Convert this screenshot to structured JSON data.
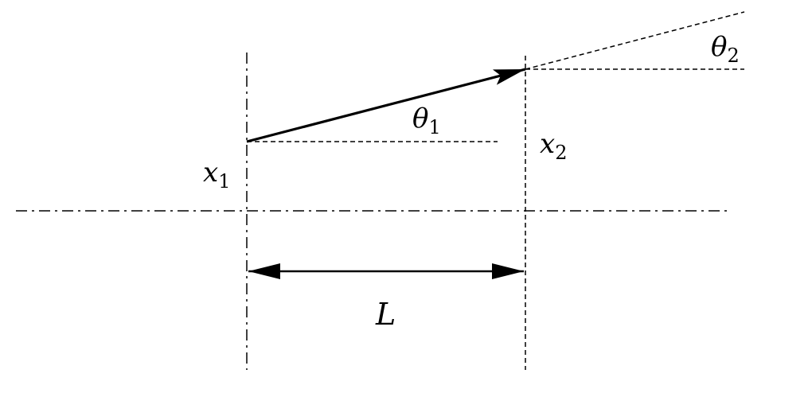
{
  "colors": {
    "ink": "#000000",
    "background": "#ffffff"
  },
  "labels": {
    "x1": {
      "symbol": "x",
      "subscript": "1"
    },
    "x2": {
      "symbol": "x",
      "subscript": "2"
    },
    "theta1": {
      "symbol": "θ",
      "subscript": "1"
    },
    "theta2": {
      "symbol": "θ",
      "subscript": "2"
    },
    "length": {
      "symbol": "L"
    }
  }
}
